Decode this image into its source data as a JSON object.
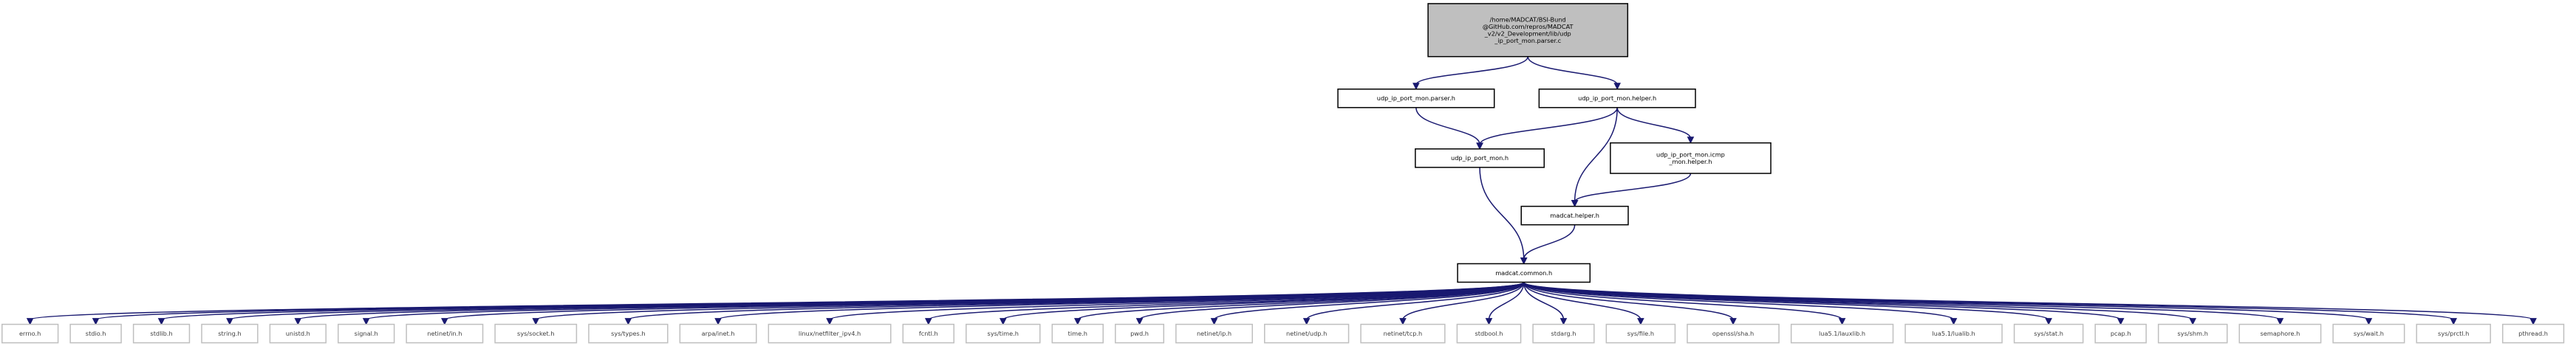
{
  "colors": {
    "edge": "#191970",
    "root_fill": "#bfbfbf",
    "node_border": "#000000",
    "leaf_border": "#bfbfbf"
  },
  "nodes": [
    {
      "id": "root",
      "lines": [
        "/home/MADCAT/BSI-Bund",
        "@GitHub.com/repros/MADCAT",
        "_v2/v2_Development/lib/udp",
        "_ip_port_mon.parser.c"
      ],
      "kind": "root"
    },
    {
      "id": "parser_h",
      "lines": [
        "udp_ip_port_mon.parser.h"
      ],
      "kind": "normal"
    },
    {
      "id": "helper_h",
      "lines": [
        "udp_ip_port_mon.helper.h"
      ],
      "kind": "normal"
    },
    {
      "id": "mon_h",
      "lines": [
        "udp_ip_port_mon.h"
      ],
      "kind": "normal"
    },
    {
      "id": "icmp_helper_h",
      "lines": [
        "udp_ip_port_mon.icmp",
        "_mon.helper.h"
      ],
      "kind": "normal"
    },
    {
      "id": "madcat_helper_h",
      "lines": [
        "madcat.helper.h"
      ],
      "kind": "normal"
    },
    {
      "id": "madcat_common_h",
      "lines": [
        "madcat.common.h"
      ],
      "kind": "normal"
    },
    {
      "id": "errno_h",
      "lines": [
        "errno.h"
      ],
      "kind": "leaf"
    },
    {
      "id": "stdio_h",
      "lines": [
        "stdio.h"
      ],
      "kind": "leaf"
    },
    {
      "id": "stdlib_h",
      "lines": [
        "stdlib.h"
      ],
      "kind": "leaf"
    },
    {
      "id": "string_h",
      "lines": [
        "string.h"
      ],
      "kind": "leaf"
    },
    {
      "id": "unistd_h",
      "lines": [
        "unistd.h"
      ],
      "kind": "leaf"
    },
    {
      "id": "signal_h",
      "lines": [
        "signal.h"
      ],
      "kind": "leaf"
    },
    {
      "id": "netinet_in_h",
      "lines": [
        "netinet/in.h"
      ],
      "kind": "leaf"
    },
    {
      "id": "sys_socket_h",
      "lines": [
        "sys/socket.h"
      ],
      "kind": "leaf"
    },
    {
      "id": "sys_types_h",
      "lines": [
        "sys/types.h"
      ],
      "kind": "leaf"
    },
    {
      "id": "arpa_inet_h",
      "lines": [
        "arpa/inet.h"
      ],
      "kind": "leaf"
    },
    {
      "id": "netfilter_h",
      "lines": [
        "linux/netfilter_ipv4.h"
      ],
      "kind": "leaf"
    },
    {
      "id": "fcntl_h",
      "lines": [
        "fcntl.h"
      ],
      "kind": "leaf"
    },
    {
      "id": "sys_time_h",
      "lines": [
        "sys/time.h"
      ],
      "kind": "leaf"
    },
    {
      "id": "time_h",
      "lines": [
        "time.h"
      ],
      "kind": "leaf"
    },
    {
      "id": "pwd_h",
      "lines": [
        "pwd.h"
      ],
      "kind": "leaf"
    },
    {
      "id": "netinet_ip_h",
      "lines": [
        "netinet/ip.h"
      ],
      "kind": "leaf"
    },
    {
      "id": "netinet_udp_h",
      "lines": [
        "netinet/udp.h"
      ],
      "kind": "leaf"
    },
    {
      "id": "netinet_tcp_h",
      "lines": [
        "netinet/tcp.h"
      ],
      "kind": "leaf"
    },
    {
      "id": "stdbool_h",
      "lines": [
        "stdbool.h"
      ],
      "kind": "leaf"
    },
    {
      "id": "stdarg_h",
      "lines": [
        "stdarg.h"
      ],
      "kind": "leaf"
    },
    {
      "id": "sys_file_h",
      "lines": [
        "sys/file.h"
      ],
      "kind": "leaf"
    },
    {
      "id": "openssl_sha_h",
      "lines": [
        "openssl/sha.h"
      ],
      "kind": "leaf"
    },
    {
      "id": "lauxlib_h",
      "lines": [
        "lua5.1/lauxlib.h"
      ],
      "kind": "leaf"
    },
    {
      "id": "lualib_h",
      "lines": [
        "lua5.1/lualib.h"
      ],
      "kind": "leaf"
    },
    {
      "id": "sys_stat_h",
      "lines": [
        "sys/stat.h"
      ],
      "kind": "leaf"
    },
    {
      "id": "pcap_h",
      "lines": [
        "pcap.h"
      ],
      "kind": "leaf"
    },
    {
      "id": "sys_shm_h",
      "lines": [
        "sys/shm.h"
      ],
      "kind": "leaf"
    },
    {
      "id": "semaphore_h",
      "lines": [
        "semaphore.h"
      ],
      "kind": "leaf"
    },
    {
      "id": "sys_wait_h",
      "lines": [
        "sys/wait.h"
      ],
      "kind": "leaf"
    },
    {
      "id": "sys_prctl_h",
      "lines": [
        "sys/prctl.h"
      ],
      "kind": "leaf"
    },
    {
      "id": "pthread_h",
      "lines": [
        "pthread.h"
      ],
      "kind": "leaf"
    }
  ],
  "edges": [
    [
      "root",
      "parser_h"
    ],
    [
      "root",
      "helper_h"
    ],
    [
      "parser_h",
      "mon_h"
    ],
    [
      "helper_h",
      "mon_h"
    ],
    [
      "helper_h",
      "icmp_helper_h"
    ],
    [
      "helper_h",
      "madcat_helper_h"
    ],
    [
      "icmp_helper_h",
      "madcat_helper_h"
    ],
    [
      "mon_h",
      "madcat_common_h"
    ],
    [
      "madcat_helper_h",
      "madcat_common_h"
    ],
    [
      "madcat_common_h",
      "errno_h"
    ],
    [
      "madcat_common_h",
      "stdio_h"
    ],
    [
      "madcat_common_h",
      "stdlib_h"
    ],
    [
      "madcat_common_h",
      "string_h"
    ],
    [
      "madcat_common_h",
      "unistd_h"
    ],
    [
      "madcat_common_h",
      "signal_h"
    ],
    [
      "madcat_common_h",
      "netinet_in_h"
    ],
    [
      "madcat_common_h",
      "sys_socket_h"
    ],
    [
      "madcat_common_h",
      "sys_types_h"
    ],
    [
      "madcat_common_h",
      "arpa_inet_h"
    ],
    [
      "madcat_common_h",
      "netfilter_h"
    ],
    [
      "madcat_common_h",
      "fcntl_h"
    ],
    [
      "madcat_common_h",
      "sys_time_h"
    ],
    [
      "madcat_common_h",
      "time_h"
    ],
    [
      "madcat_common_h",
      "pwd_h"
    ],
    [
      "madcat_common_h",
      "netinet_ip_h"
    ],
    [
      "madcat_common_h",
      "netinet_udp_h"
    ],
    [
      "madcat_common_h",
      "netinet_tcp_h"
    ],
    [
      "madcat_common_h",
      "stdbool_h"
    ],
    [
      "madcat_common_h",
      "stdarg_h"
    ],
    [
      "madcat_common_h",
      "sys_file_h"
    ],
    [
      "madcat_common_h",
      "openssl_sha_h"
    ],
    [
      "madcat_common_h",
      "lauxlib_h"
    ],
    [
      "madcat_common_h",
      "lualib_h"
    ],
    [
      "madcat_common_h",
      "sys_stat_h"
    ],
    [
      "madcat_common_h",
      "pcap_h"
    ],
    [
      "madcat_common_h",
      "sys_shm_h"
    ],
    [
      "madcat_common_h",
      "semaphore_h"
    ],
    [
      "madcat_common_h",
      "sys_wait_h"
    ],
    [
      "madcat_common_h",
      "sys_prctl_h"
    ],
    [
      "madcat_common_h",
      "pthread_h"
    ]
  ]
}
